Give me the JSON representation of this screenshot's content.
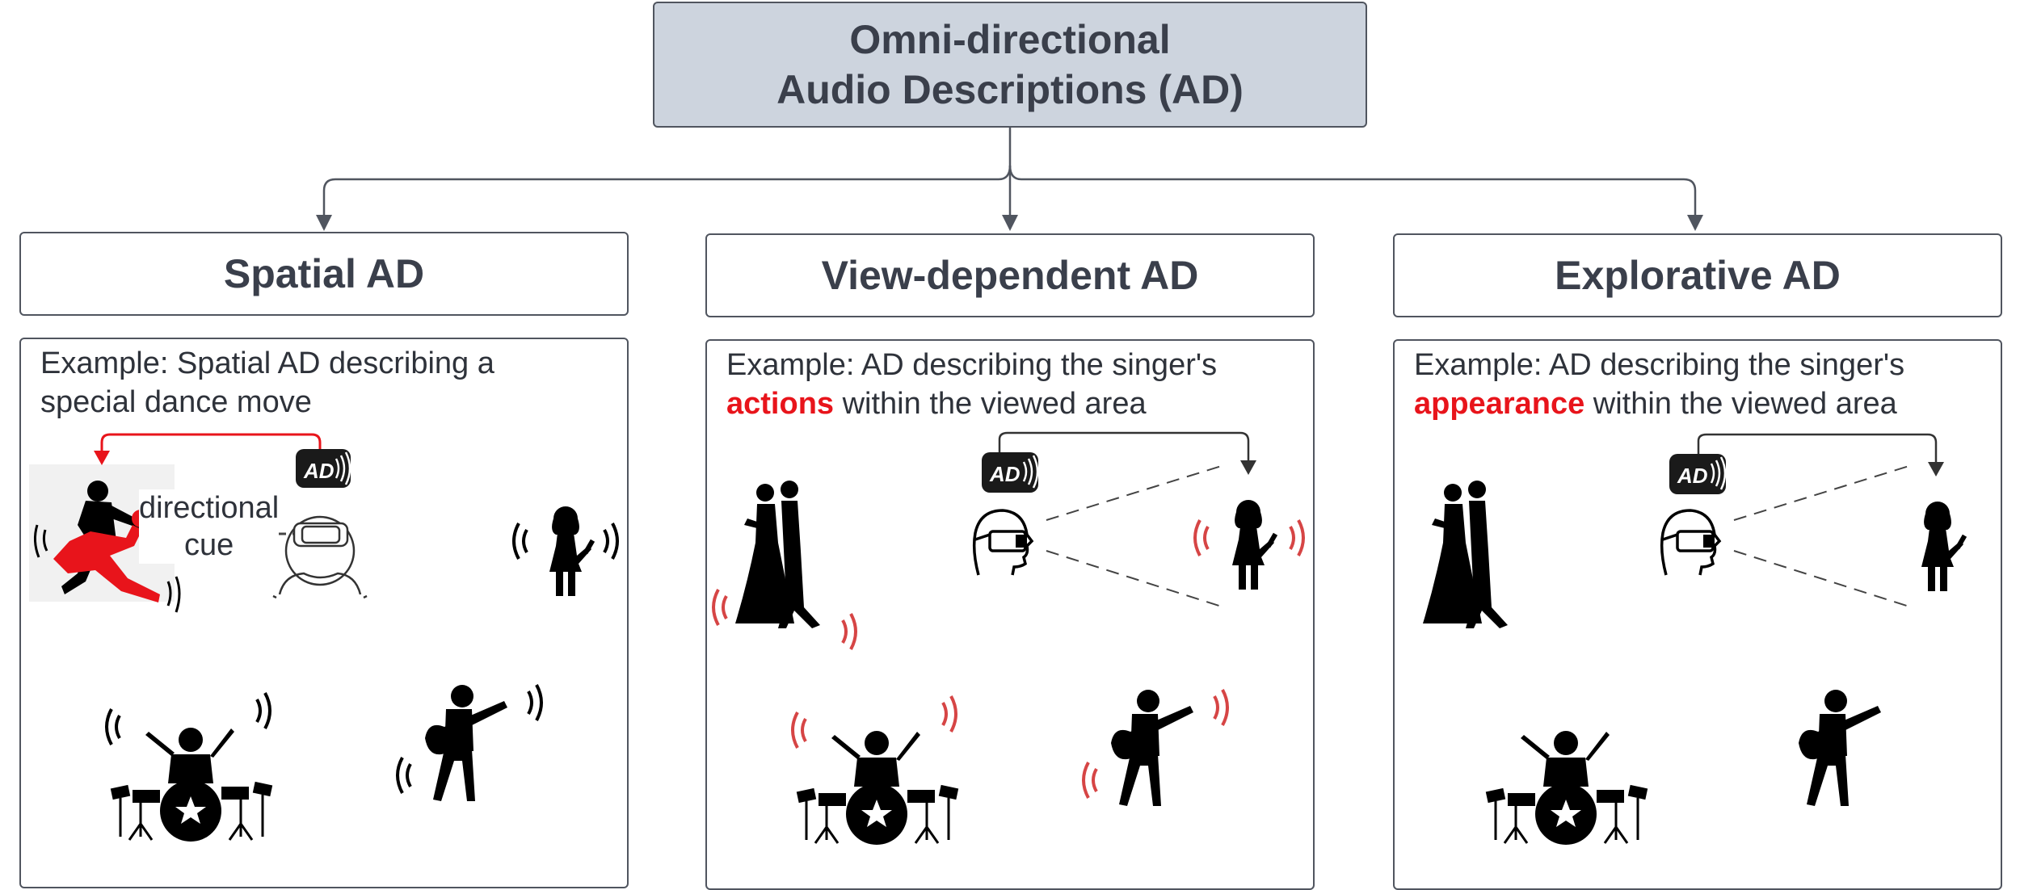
{
  "root": {
    "line1": "Omni-directional",
    "line2": "Audio Descriptions (AD)"
  },
  "columns": [
    {
      "title": "Spatial AD",
      "example_line1": "Example: Spatial AD describing a",
      "example_line2": "special dance move",
      "example_highlight": ""
    },
    {
      "title": "View-dependent AD",
      "example_line1": "Example: AD describing the singer's",
      "example_highlight": "actions",
      "example_line2_rest": " within the viewed area"
    },
    {
      "title": "Explorative AD",
      "example_line1": "Example: AD describing the singer's",
      "example_highlight": "appearance",
      "example_line2_rest": " within the viewed area"
    }
  ],
  "spatial_cue": {
    "line1": "directional",
    "line2": "cue"
  },
  "ad_badge": "AD",
  "colors": {
    "accent": "#e8141b",
    "root_fill": "#cdd4de",
    "border": "#50555f",
    "text": "#3a3f4b",
    "sound_red": "#d64545"
  }
}
